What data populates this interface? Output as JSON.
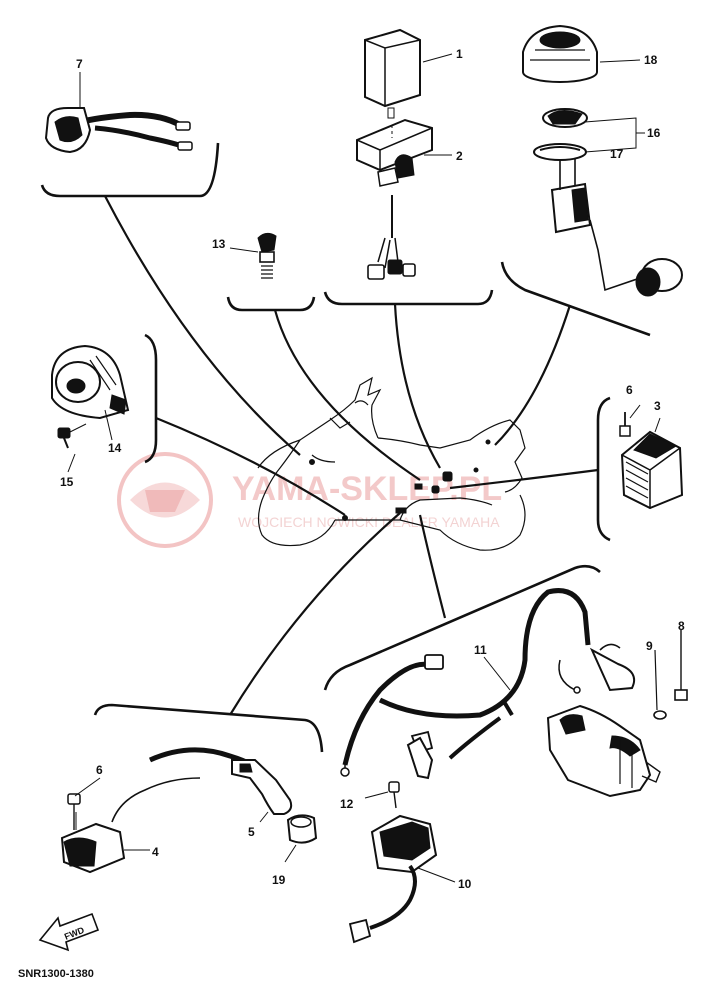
{
  "watermark": {
    "brand": "YAMA-SKLEP.PL",
    "tagline": "WOJCIECH NOWICKI DEALER YAMAHA"
  },
  "diagram_code": "SNR1300-1380",
  "direction_label": "FWD",
  "callouts": [
    {
      "id": "c1",
      "label": "1"
    },
    {
      "id": "c2",
      "label": "2"
    },
    {
      "id": "c3",
      "label": "3"
    },
    {
      "id": "c4",
      "label": "4"
    },
    {
      "id": "c5",
      "label": "5"
    },
    {
      "id": "c6a",
      "label": "6"
    },
    {
      "id": "c6b",
      "label": "6"
    },
    {
      "id": "c7",
      "label": "7"
    },
    {
      "id": "c8",
      "label": "8"
    },
    {
      "id": "c9",
      "label": "9"
    },
    {
      "id": "c10",
      "label": "10"
    },
    {
      "id": "c11",
      "label": "11"
    },
    {
      "id": "c12",
      "label": "12"
    },
    {
      "id": "c13",
      "label": "13"
    },
    {
      "id": "c14",
      "label": "14"
    },
    {
      "id": "c15",
      "label": "15"
    },
    {
      "id": "c16",
      "label": "16"
    },
    {
      "id": "c17",
      "label": "17"
    },
    {
      "id": "c18",
      "label": "18"
    },
    {
      "id": "c19",
      "label": "19"
    }
  ]
}
